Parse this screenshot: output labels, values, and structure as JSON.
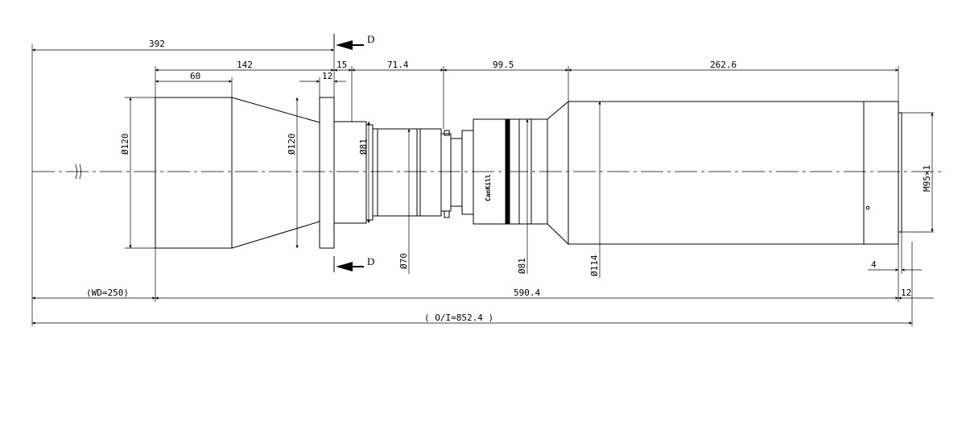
{
  "drawing": {
    "section_marker": "D",
    "brand": "CanKill",
    "dimensions": {
      "total_left": "392",
      "front_length": "142",
      "front_barrel": "60",
      "flange": "12",
      "collar": "15",
      "mid_section": "71.4",
      "focus_section": "99.5",
      "rear_section": "262.6",
      "working_distance": "(WD=250)",
      "lens_length": "590.4",
      "object_image": "( O/I=852.4 )",
      "thread_depth": "4",
      "mount_length": "12",
      "dia_front": "Ø120",
      "dia_cone": "Ø120",
      "dia_collar": "Ø81",
      "dia_mid": "Ø70",
      "dia_focus": "Ø81",
      "dia_rear": "Ø114",
      "thread": "M95×1"
    }
  }
}
